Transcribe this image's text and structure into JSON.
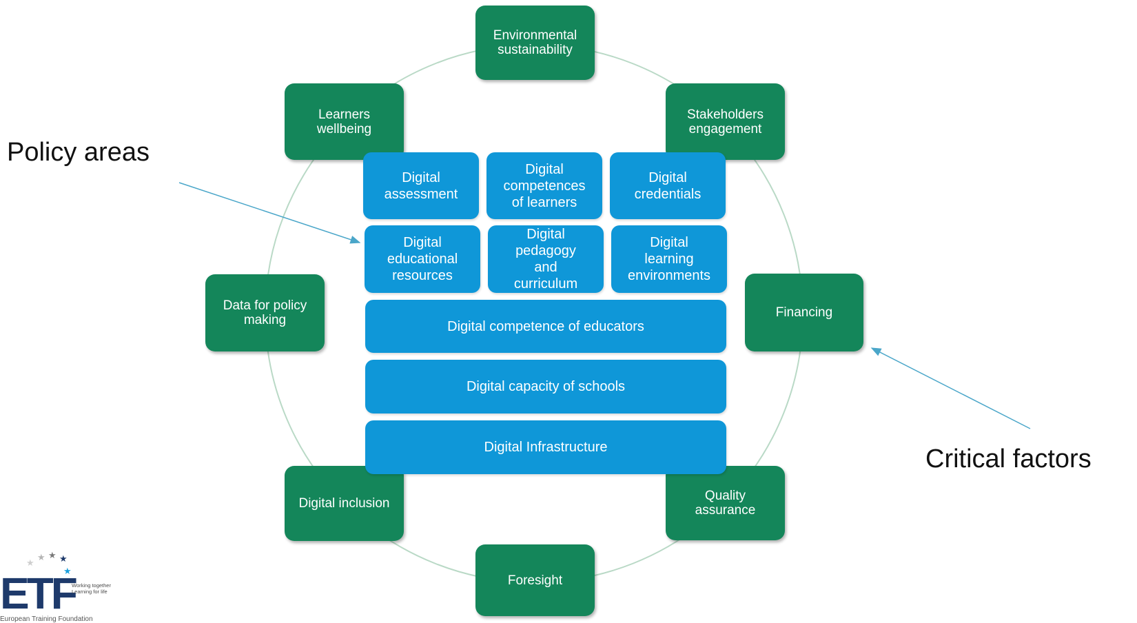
{
  "callouts": {
    "policy_areas": "Policy areas",
    "critical_factors": "Critical factors"
  },
  "critical_factors": {
    "environmental_sustainability": "Environmental\nsustainability",
    "stakeholders_engagement": "Stakeholders\nengagement",
    "financing": "Financing",
    "quality_assurance": "Quality\nassurance",
    "foresight": "Foresight",
    "digital_inclusion": "Digital inclusion",
    "data_for_policy_making": "Data for policy\nmaking",
    "learners_wellbeing": "Learners\nwellbeing"
  },
  "policy_areas": {
    "digital_assessment": "Digital\nassessment",
    "digital_competences_of_learners": "Digital\ncompetences\nof learners",
    "digital_credentials": "Digital\ncredentials",
    "digital_educational_resources": "Digital\neducational\nresources",
    "digital_pedagogy_and_curriculum": "Digital\npedagogy\nand\ncurriculum",
    "digital_learning_environments": "Digital\nlearning\nenvironments",
    "digital_competence_of_educators": "Digital competence of educators",
    "digital_capacity_of_schools": "Digital capacity of schools",
    "digital_infrastructure": "Digital Infrastructure"
  },
  "logo": {
    "letters": "ETF",
    "tagline_1": "Working together",
    "tagline_2": "Learning for life",
    "organisation": "European Training Foundation"
  },
  "colors": {
    "critical_factor": "#14865a",
    "policy_area": "#0f97d8",
    "circle": "#b9d9c6",
    "arrow": "#4aa6c9",
    "logo_navy": "#1e3a6b",
    "logo_star_blue": "#1a9fdc"
  }
}
